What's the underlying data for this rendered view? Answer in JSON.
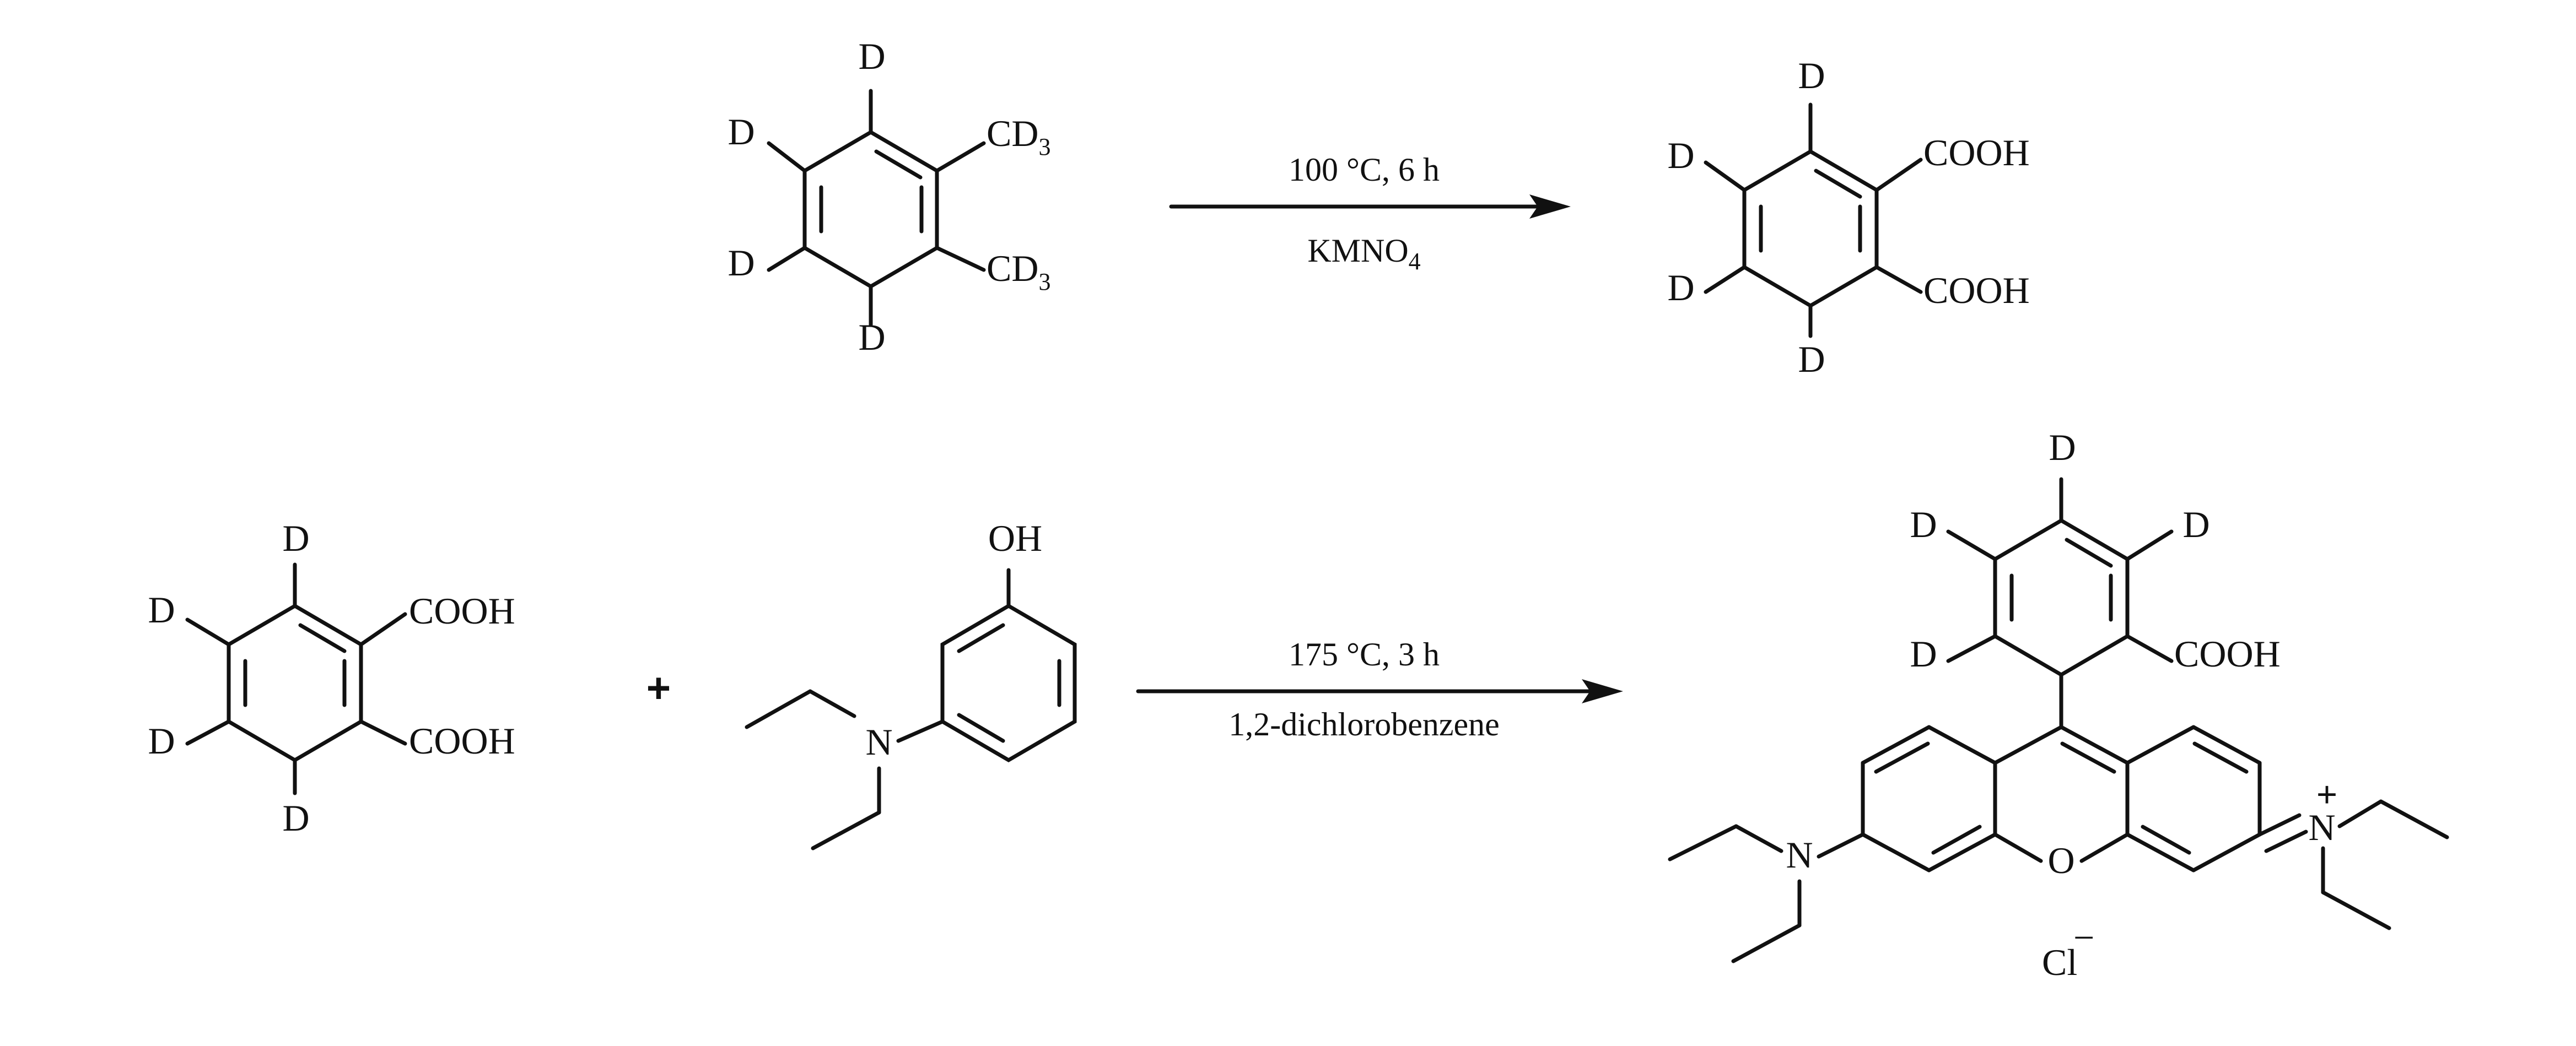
{
  "reaction_1": {
    "conditions_top": "100 °C, 6 h",
    "reagent_text": "KMNO",
    "reagent_sub": "4"
  },
  "reaction_2": {
    "conditions_top": "175 °C, 3 h",
    "conditions_bottom": "1,2-dichlorobenzene"
  },
  "operator": "+",
  "atoms": {
    "deuterium": "D",
    "cd_text": "CD",
    "cd_sub": "3",
    "carboxyl": "COOH",
    "hydroxyl": "OH",
    "nitrogen": "N",
    "oxygen": "O",
    "plus_charge": "+",
    "counterion": "Cl",
    "minus_charge": "−"
  }
}
